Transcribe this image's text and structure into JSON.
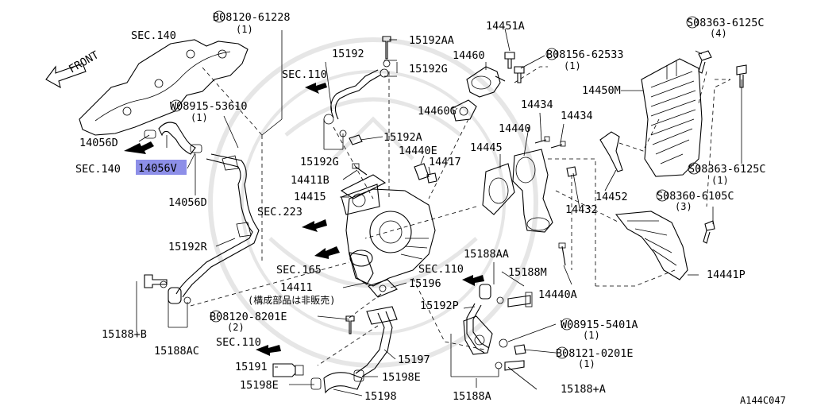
{
  "diagram": {
    "labels": {
      "front": "FRONT",
      "sec140_top": "SEC.140",
      "sec140_left": "SEC.140",
      "sec110_top": "SEC.110",
      "sec110_mid": "SEC.110",
      "sec110_bot": "SEC.110",
      "sec223": "SEC.223",
      "sec165": "SEC.165",
      "b08120_61228": "B08120-61228",
      "qty_1_a": "(1)",
      "w08915_53610": "W08915-53610",
      "qty_1_b": "(1)",
      "p14056D_top": "14056D",
      "p14056V": "14056V",
      "p14056D_bot": "14056D",
      "p15192R": "15192R",
      "p15188B": "15188+B",
      "p15188AC": "15188AC",
      "b08120_8201E": "B08120-8201E",
      "qty_2": "(2)",
      "p15191": "15191",
      "p15198E_left": "15198E",
      "p15198": "15198",
      "p15198E_right": "15198E",
      "p15197": "15197",
      "p15196": "15196",
      "p14411": "14411",
      "note_jp": "(構成部品は非販売)",
      "p15192": "15192",
      "p15192AA": "15192AA",
      "p15192G_top": "15192G",
      "p15192G_bot": "15192G",
      "p15192A": "15192A",
      "p14411B": "14411B",
      "p14415": "14415",
      "p14460": "14460",
      "p14451A": "14451A",
      "b08156_62533": "B08156-62533",
      "qty_1_c": "(1)",
      "p14460G": "14460G",
      "p14440E": "14440E",
      "p14417": "14417",
      "p14445": "14445",
      "p14434_a": "14434",
      "p14434_b": "14434",
      "p14440": "14440",
      "p14432": "14432",
      "p14452": "14452",
      "p14450M": "14450M",
      "s08363_6125C_top": "S08363-6125C",
      "qty_4": "(4)",
      "s08363_6125C_mid": "S08363-6125C",
      "qty_1_d": "(1)",
      "s08360_6105C": "S08360-6105C",
      "qty_3": "(3)",
      "p14441P": "14441P",
      "p14440A": "14440A",
      "p15188AA": "15188AA",
      "p15188M": "15188M",
      "p15192P": "15192P",
      "w08915_5401A": "W08915-5401A",
      "qty_1_e": "(1)",
      "b08121_0201E": "B08121-0201E",
      "qty_1_f": "(1)",
      "p15188A": "15188A",
      "p15188plusA": "15188+A",
      "code": "A144C047"
    },
    "colors": {
      "highlight": "#8d8fe8",
      "line": "#000000",
      "watermark": "#e6e6e6"
    }
  }
}
